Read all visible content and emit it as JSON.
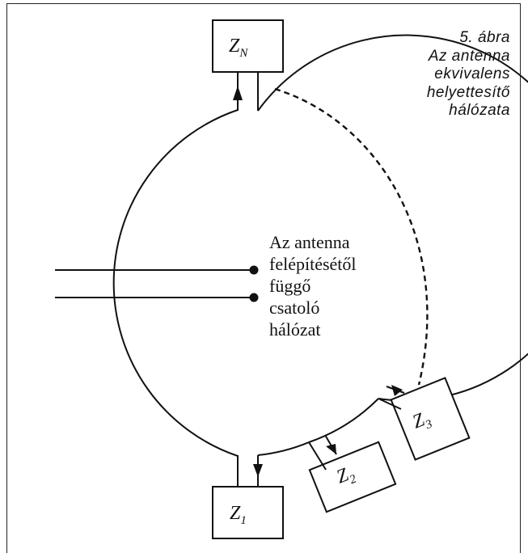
{
  "caption": {
    "number": "5. ábra",
    "line1": "Az antenna",
    "line2": "ekvivalens",
    "line3": "helyettesítő",
    "line4": "hálózata"
  },
  "center_text": {
    "line1": "Az antenna",
    "line2": "felépítésétől",
    "line3": "függő",
    "line4": "csatoló",
    "line5": "hálózat"
  },
  "impedances": {
    "zn": {
      "base": "Z",
      "sub": "N"
    },
    "z1": {
      "base": "Z",
      "sub": "1"
    },
    "z2": {
      "base": "Z",
      "sub": "2"
    },
    "z3": {
      "base": "Z",
      "sub": "3"
    }
  }
}
